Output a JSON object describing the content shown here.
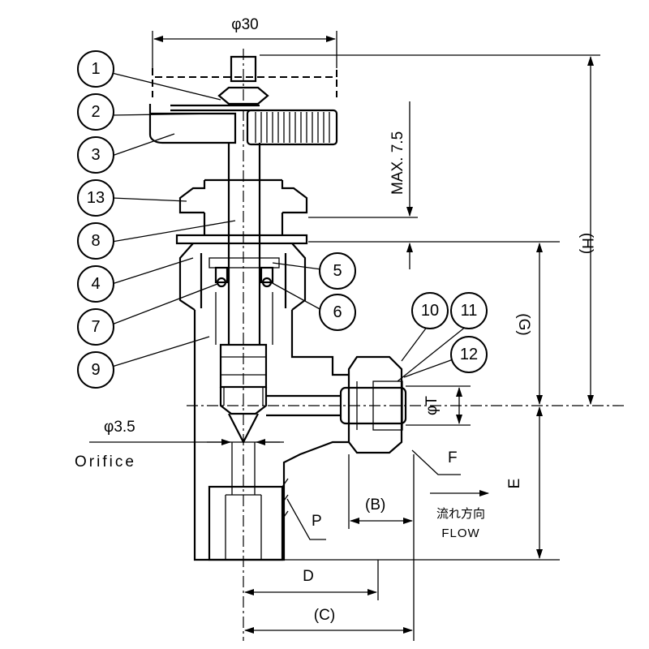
{
  "balloons": [
    {
      "label": "1"
    },
    {
      "label": "2"
    },
    {
      "label": "3"
    },
    {
      "label": "13"
    },
    {
      "label": "8"
    },
    {
      "label": "4"
    },
    {
      "label": "7"
    },
    {
      "label": "9"
    },
    {
      "label": "5"
    },
    {
      "label": "6"
    },
    {
      "label": "10"
    },
    {
      "label": "11"
    },
    {
      "label": "12"
    }
  ],
  "dimensions": {
    "handle_diameter": "φ30",
    "max_stroke": "MAX. 7.5",
    "overall_height": "(H)",
    "height_g": "(G)",
    "height_e": "E",
    "tube_diameter": "φT",
    "orifice_diameter": "φ3.5",
    "orifice_label": "Orifice",
    "width_b": "(B)",
    "width_d": "D",
    "width_c": "(C)",
    "port_p": "P",
    "port_f": "F"
  },
  "flow": {
    "label_jp": "流れ方向",
    "label_en": "FLOW"
  }
}
